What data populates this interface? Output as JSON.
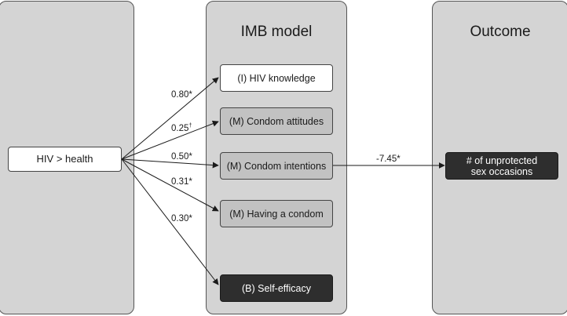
{
  "panels": {
    "imb_title": "IMB model",
    "outcome_title": "Outcome"
  },
  "nodes": {
    "source": "HIV > health",
    "knowledge": "(I) HIV knowledge",
    "attitudes": "(M) Condom attitudes",
    "intentions": "(M) Condom intentions",
    "having": "(M) Having a condom",
    "efficacy": "(B) Self-efficacy",
    "outcome_line1": "# of unprotected",
    "outcome_line2": "sex occasions"
  },
  "edges": {
    "knowledge": "0.80*",
    "attitudes_value": "0.25",
    "attitudes_mark": "†",
    "intentions": "0.50*",
    "having": "0.31*",
    "efficacy": "0.30*",
    "outcome": "-7.45*"
  },
  "colors": {
    "panel": "#d4d4d4",
    "box_grey": "#c2c2c2",
    "box_dark": "#2e2e2e",
    "line": "#1a1a1a"
  }
}
